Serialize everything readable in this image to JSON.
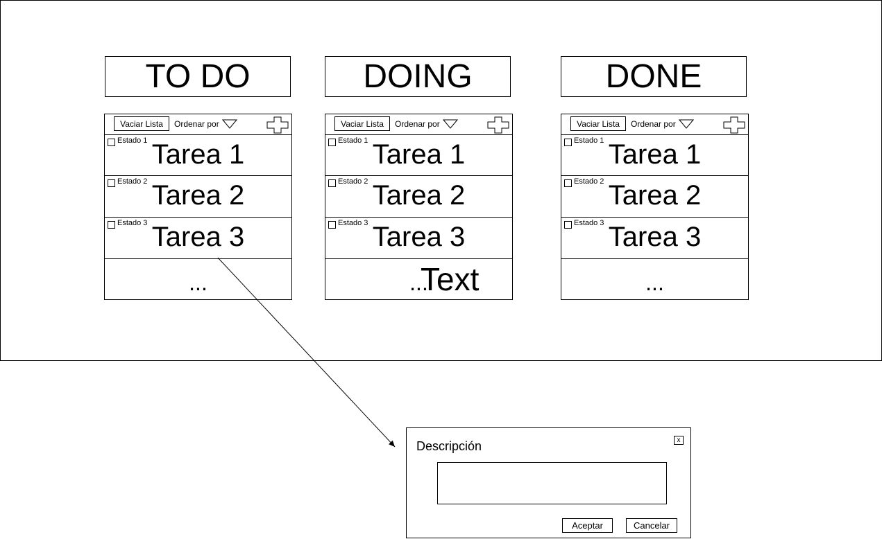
{
  "columns": [
    {
      "title": "TO DO",
      "toolbar": {
        "clear_label": "Vaciar Lista",
        "sort_label": "Ordenar por"
      },
      "tasks": [
        {
          "status": "Estado 1",
          "name": "Tarea 1"
        },
        {
          "status": "Estado 2",
          "name": "Tarea 2"
        },
        {
          "status": "Estado 3",
          "name": "Tarea 3"
        }
      ],
      "more": "..."
    },
    {
      "title": "DOING",
      "toolbar": {
        "clear_label": "Vaciar Lista",
        "sort_label": "Ordenar por"
      },
      "tasks": [
        {
          "status": "Estado 1",
          "name": "Tarea 1"
        },
        {
          "status": "Estado 2",
          "name": "Tarea 2"
        },
        {
          "status": "Estado 3",
          "name": "Tarea 3"
        }
      ],
      "more": "...",
      "overlay_text": "Text"
    },
    {
      "title": "DONE",
      "toolbar": {
        "clear_label": "Vaciar Lista",
        "sort_label": "Ordenar por"
      },
      "tasks": [
        {
          "status": "Estado 1",
          "name": "Tarea 1"
        },
        {
          "status": "Estado 2",
          "name": "Tarea 2"
        },
        {
          "status": "Estado 3",
          "name": "Tarea 3"
        }
      ],
      "more": "..."
    }
  ],
  "dialog": {
    "title": "Descripción",
    "close_label": "x",
    "accept_label": "Aceptar",
    "cancel_label": "Cancelar"
  },
  "icons": {
    "sort": "chevron-down-icon",
    "add": "plus-icon"
  }
}
